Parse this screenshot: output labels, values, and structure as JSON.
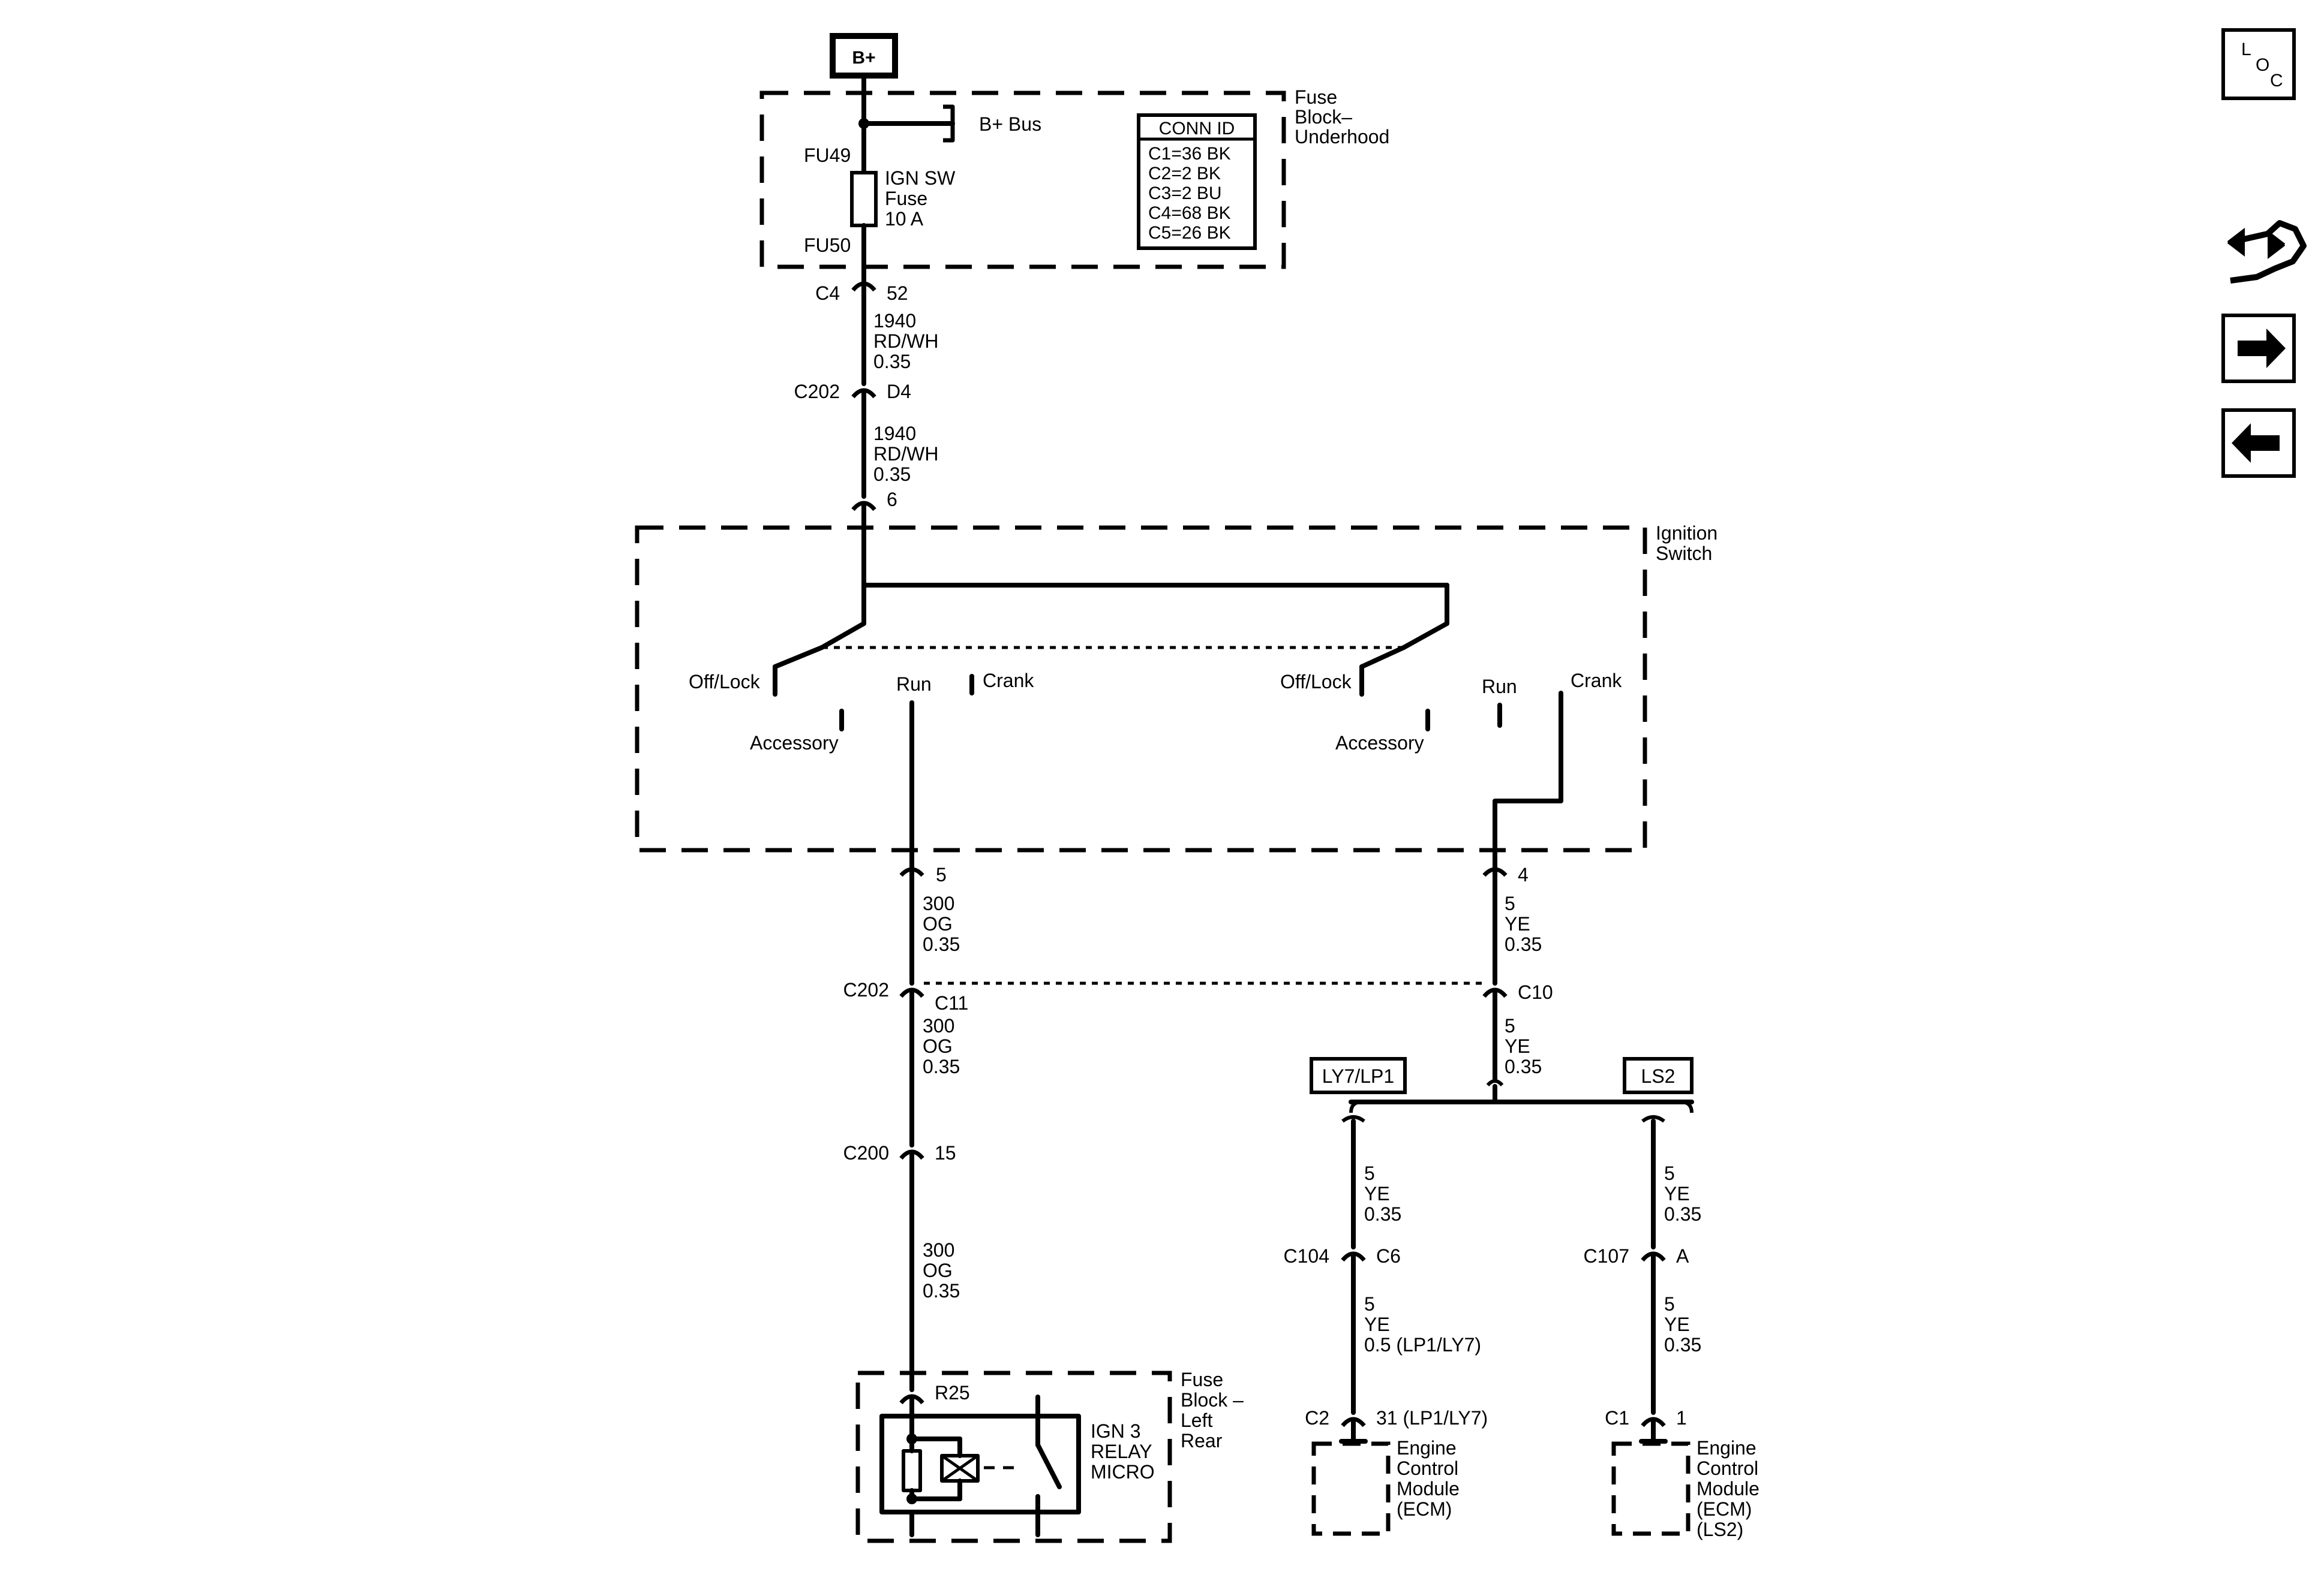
{
  "power": {
    "source": "B+",
    "bus": "B+ Bus"
  },
  "fuse_block_underhood": {
    "title_l1": "Fuse",
    "title_l2": "Block–",
    "title_l3": "Underhood",
    "fu_in": "FU49",
    "fu_out": "FU50",
    "fuse_l1": "IGN SW",
    "fuse_l2": "Fuse",
    "fuse_l3": "10 A",
    "conn_id": {
      "header": "CONN ID",
      "rows": [
        "C1=36 BK",
        "C2=2 BK",
        "C3=2 BU",
        "C4=68 BK",
        "C5=26 BK"
      ]
    }
  },
  "connectors": {
    "c4": {
      "name": "C4",
      "pin": "52"
    },
    "c202_top": {
      "name": "C202",
      "pin": "D4"
    },
    "ign_in": {
      "pin": "6"
    },
    "ign_out_run": {
      "pin": "5"
    },
    "ign_out_crank": {
      "pin": "4"
    },
    "c202_mid": {
      "name": "C202",
      "pin_left": "C11",
      "pin_right": "C10"
    },
    "c200": {
      "name": "C200",
      "pin": "15"
    },
    "r25": {
      "pin": "R25"
    },
    "c104": {
      "name": "C104",
      "pin": "C6"
    },
    "c107": {
      "name": "C107",
      "pin": "A"
    },
    "ecm1": {
      "name": "C2",
      "pin": "31 (LP1/LY7)"
    },
    "ecm2": {
      "name": "C1",
      "pin": "1"
    }
  },
  "wires": {
    "w1": [
      "1940",
      "RD/WH",
      "0.35"
    ],
    "w2": [
      "1940",
      "RD/WH",
      "0.35"
    ],
    "w3": [
      "300",
      "OG",
      "0.35"
    ],
    "w4": [
      "300",
      "OG",
      "0.35"
    ],
    "w5": [
      "300",
      "OG",
      "0.35"
    ],
    "w6": [
      "5",
      "YE",
      "0.35"
    ],
    "w7": [
      "5",
      "YE",
      "0.35"
    ],
    "w8": [
      "5",
      "YE",
      "0.35"
    ],
    "w9": [
      "5",
      "YE",
      "0.5 (LP1/LY7)"
    ],
    "w10": [
      "5",
      "YE",
      "0.35"
    ],
    "w11": [
      "5",
      "YE",
      "0.35"
    ]
  },
  "ignition_switch": {
    "title_l1": "Ignition",
    "title_l2": "Switch",
    "left": {
      "off": "Off/Lock",
      "acc": "Accessory",
      "run": "Run",
      "crank": "Crank"
    },
    "right": {
      "off": "Off/Lock",
      "acc": "Accessory",
      "run": "Run",
      "crank": "Crank"
    }
  },
  "options": {
    "left": "LY7/LP1",
    "right": "LS2"
  },
  "relay": {
    "l1": "IGN 3",
    "l2": "RELAY",
    "l3": "MICRO",
    "block_l1": "Fuse",
    "block_l2": "Block –",
    "block_l3": "Left",
    "block_l4": "Rear"
  },
  "ecm_left": {
    "l1": "Engine",
    "l2": "Control",
    "l3": "Module",
    "l4": "(ECM)"
  },
  "ecm_right": {
    "l1": "Engine",
    "l2": "Control",
    "l3": "Module",
    "l4": "(ECM)",
    "l5": "(LS2)"
  },
  "nav": {
    "loc_l": "L",
    "loc_o": "O",
    "loc_c": "C"
  }
}
